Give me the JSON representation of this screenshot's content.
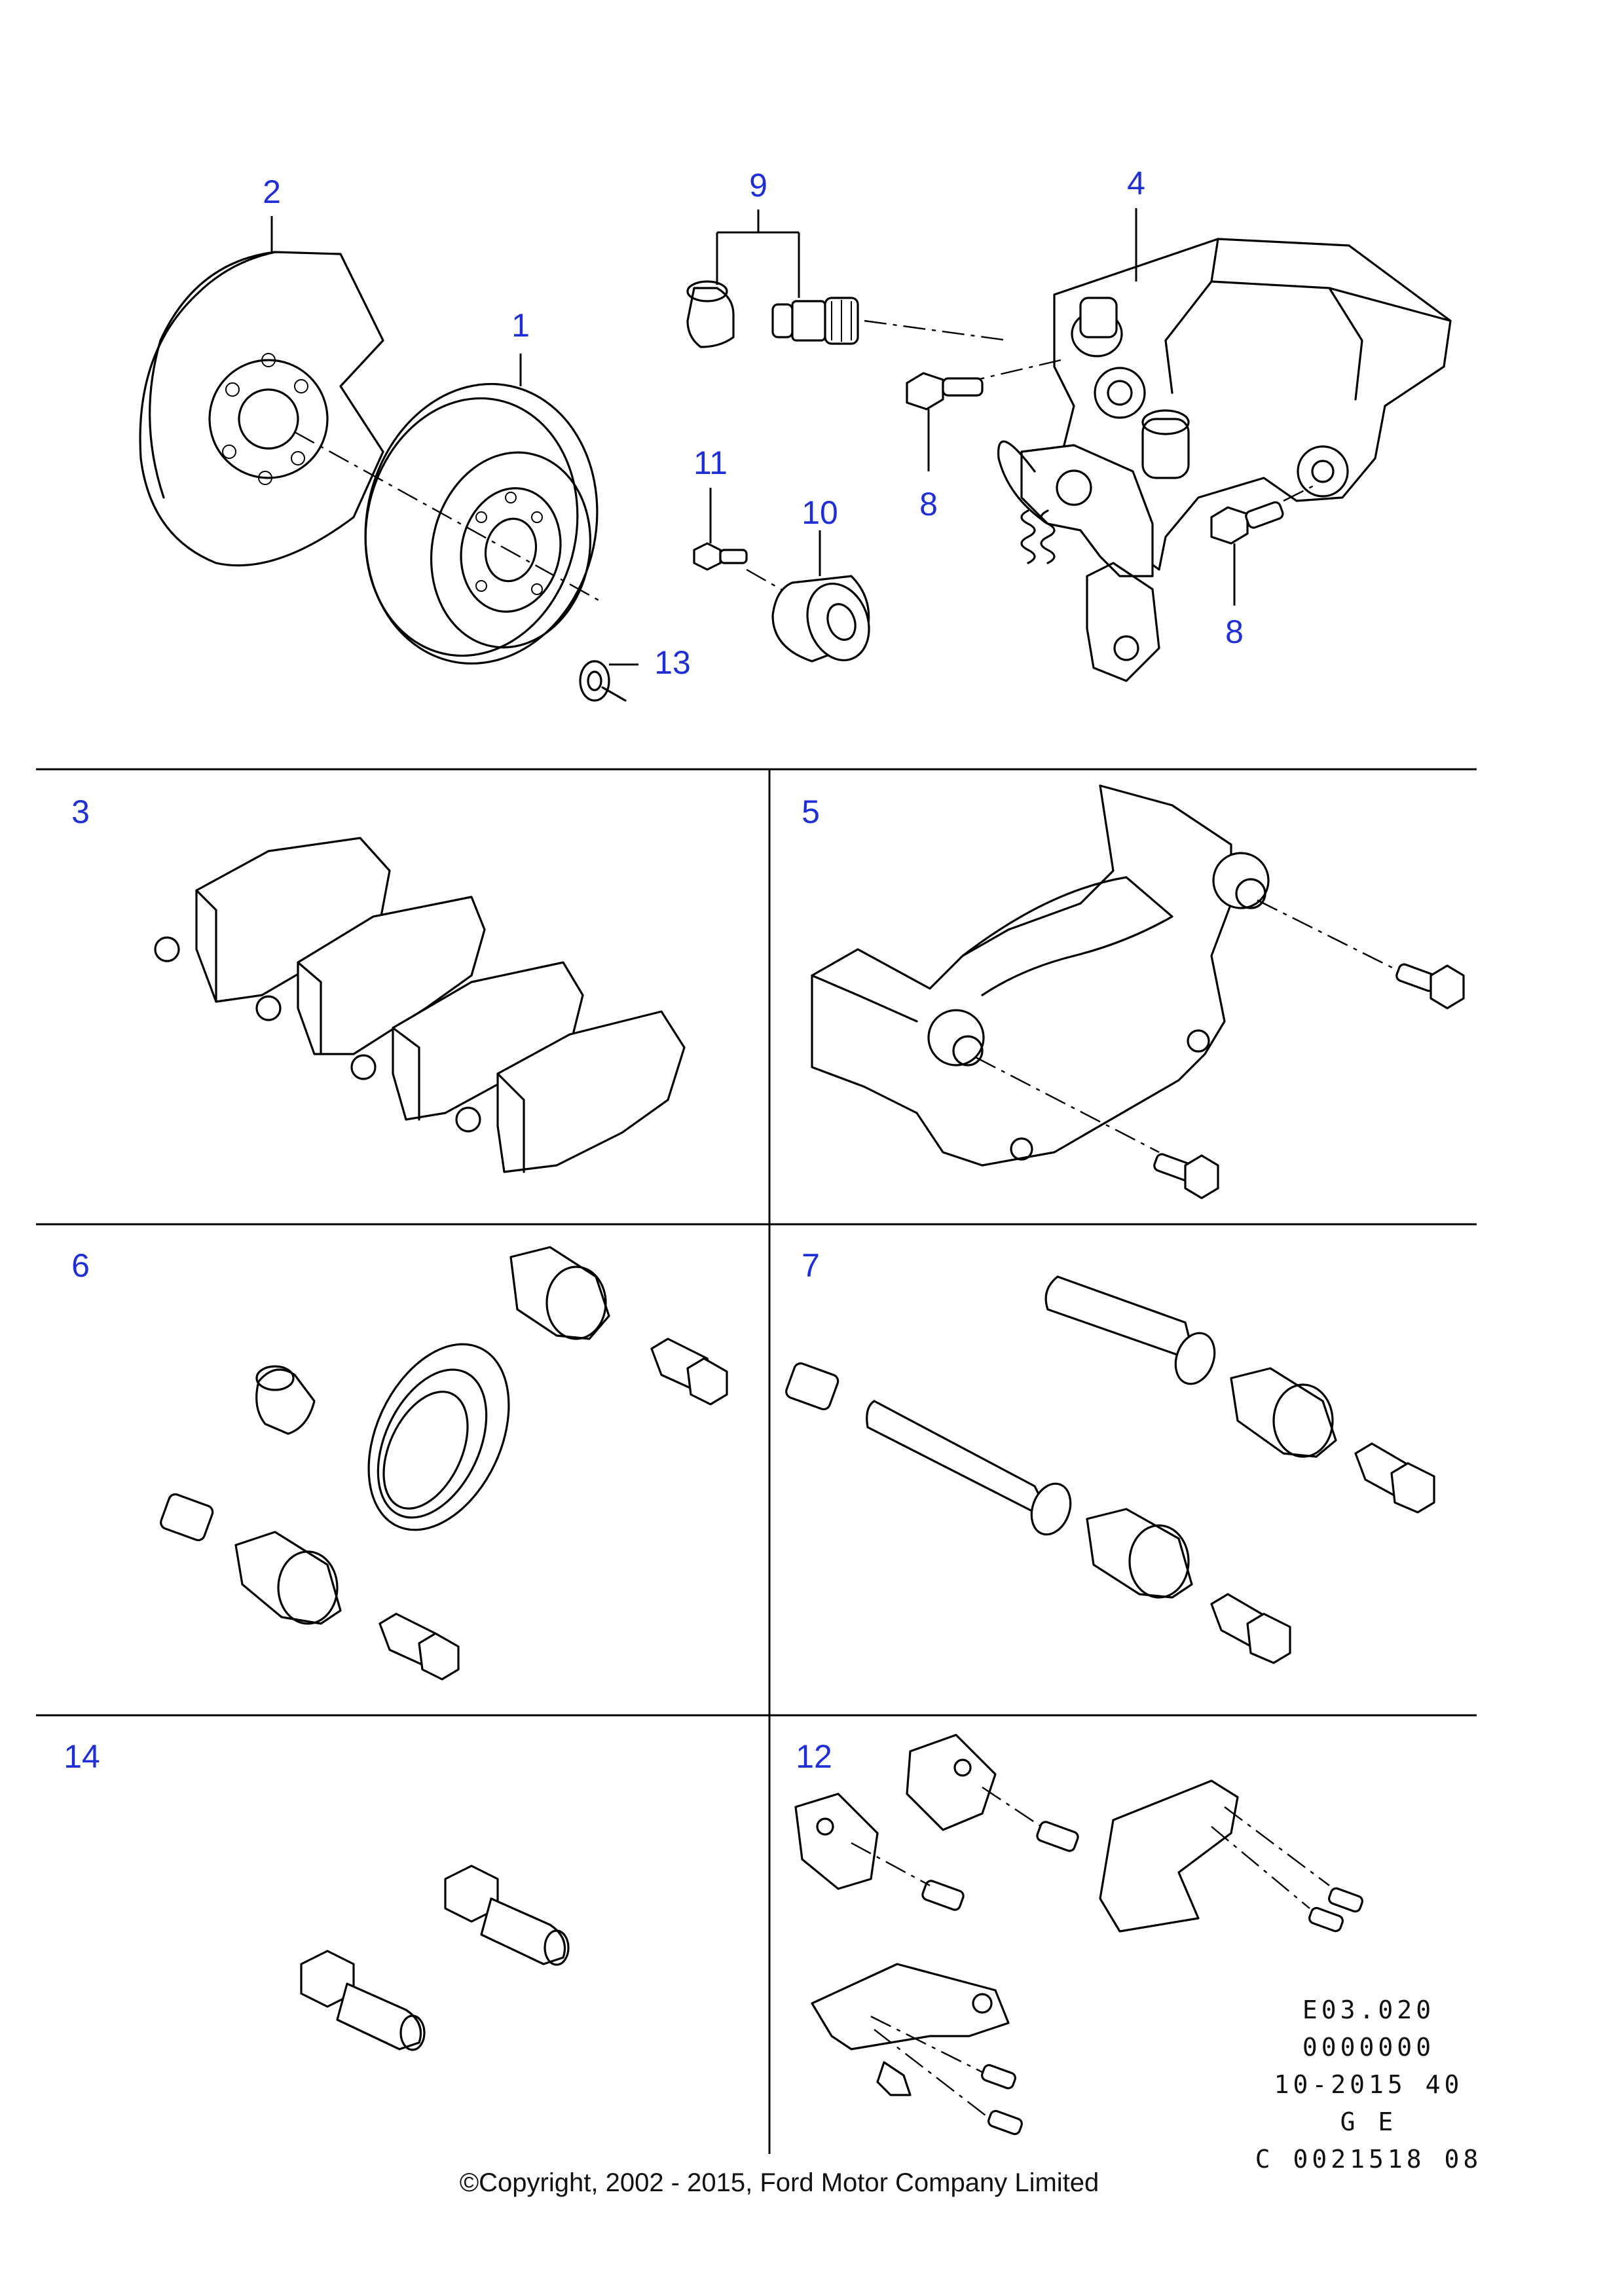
{
  "callouts": {
    "c1": "1",
    "c2": "2",
    "c4": "4",
    "c9": "9",
    "c11": "11",
    "c10": "10",
    "c13": "13",
    "c8a": "8",
    "c8b": "8",
    "c3": "3",
    "c5": "5",
    "c6": "6",
    "c7": "7",
    "c14": "14",
    "c12": "12"
  },
  "reference_codes": [
    "E03.020",
    "0000000",
    "10-2015 40",
    "G E",
    "C 0021518 08"
  ],
  "copyright": "©Copyright, 2002 - 2015, Ford Motor Company Limited",
  "colors": {
    "callout": "#1f2fd6",
    "line": "#000000",
    "background": "#ffffff"
  }
}
